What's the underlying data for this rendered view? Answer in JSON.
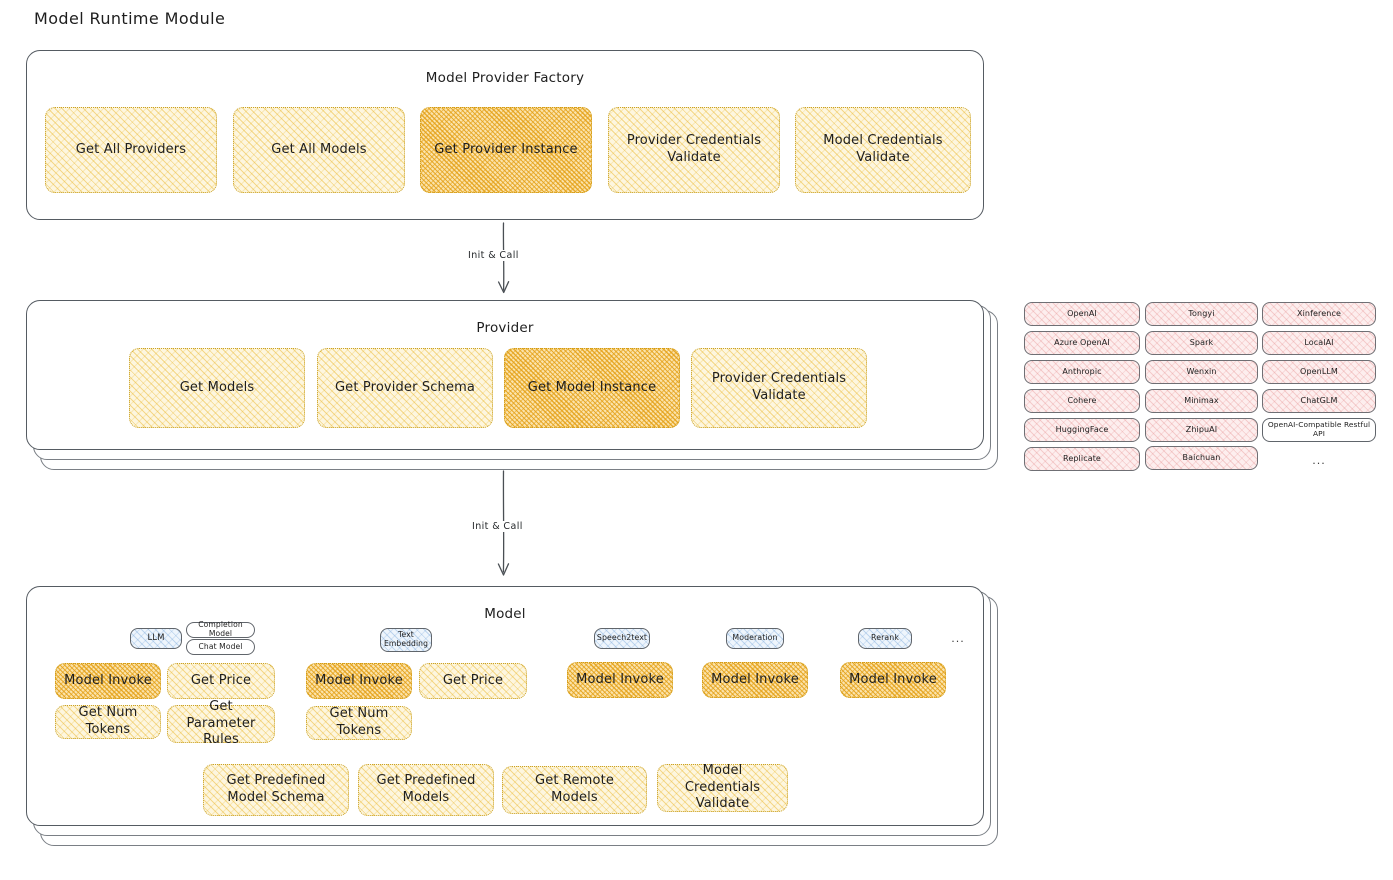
{
  "page": {
    "title": "Model Runtime Module"
  },
  "sections": {
    "factory": {
      "title": "Model Provider Factory",
      "nodes": [
        {
          "label": "Get All Providers",
          "style": "light"
        },
        {
          "label": "Get All Models",
          "style": "light"
        },
        {
          "label": "Get Provider Instance",
          "style": "dense"
        },
        {
          "label": "Provider Credentials Validate",
          "style": "light"
        },
        {
          "label": "Model Credentials Validate",
          "style": "light"
        }
      ]
    },
    "provider": {
      "title": "Provider",
      "nodes": [
        {
          "label": "Get Models",
          "style": "light"
        },
        {
          "label": "Get Provider Schema",
          "style": "light"
        },
        {
          "label": "Get Model Instance",
          "style": "dense"
        },
        {
          "label": "Provider Credentials Validate",
          "style": "light"
        }
      ]
    },
    "model": {
      "title": "Model",
      "type_badges": [
        {
          "label": "LLM",
          "style": "blue",
          "sub": [
            {
              "label": "Completion Model"
            },
            {
              "label": "Chat Model"
            }
          ]
        },
        {
          "label": "Text Embedding",
          "style": "blue",
          "sub": []
        },
        {
          "label": "Speech2text",
          "style": "blue",
          "sub": []
        },
        {
          "label": "Moderation",
          "style": "blue",
          "sub": []
        },
        {
          "label": "Rerank",
          "style": "blue",
          "sub": []
        }
      ],
      "type_badges_more": "...",
      "columns": [
        {
          "nodes": [
            {
              "label": "Model Invoke",
              "style": "dense"
            },
            {
              "label": "Get Price",
              "style": "light"
            },
            {
              "label": "Get Num Tokens",
              "style": "light"
            },
            {
              "label": "Get Parameter Rules",
              "style": "light"
            }
          ]
        },
        {
          "nodes": [
            {
              "label": "Model Invoke",
              "style": "dense"
            },
            {
              "label": "Get Price",
              "style": "light"
            },
            {
              "label": "Get Num Tokens",
              "style": "light"
            }
          ]
        },
        {
          "nodes": [
            {
              "label": "Model Invoke",
              "style": "dense"
            }
          ]
        },
        {
          "nodes": [
            {
              "label": "Model Invoke",
              "style": "dense"
            }
          ]
        },
        {
          "nodes": [
            {
              "label": "Model Invoke",
              "style": "dense"
            }
          ]
        }
      ],
      "shared_nodes": [
        {
          "label": "Get Predefined Model Schema",
          "style": "light"
        },
        {
          "label": "Get Predefined Models",
          "style": "light"
        },
        {
          "label": "Get Remote Models",
          "style": "light"
        },
        {
          "label": "Model Credentials Validate",
          "style": "light"
        }
      ]
    }
  },
  "arrows": [
    {
      "label": "Init & Call"
    },
    {
      "label": "Init & Call"
    }
  ],
  "provider_list": {
    "columns": [
      {
        "items": [
          "OpenAI",
          "Azure OpenAI",
          "Anthropic",
          "Cohere",
          "HuggingFace",
          "Replicate"
        ]
      },
      {
        "items": [
          "Tongyi",
          "Spark",
          "Wenxin",
          "Minimax",
          "ZhipuAI",
          "Baichuan"
        ]
      },
      {
        "items": [
          "Xinference",
          "LocalAI",
          "OpenLLM",
          "ChatGLM",
          "OpenAI-Compatible Restful API"
        ]
      }
    ],
    "more": "..."
  },
  "colors": {
    "stroke": "#555b62",
    "amber_light": "#fdf6df",
    "amber_dense": "#fbe3ab",
    "pink": "#fdeeee",
    "blue": "#eef5fc",
    "text": "#1e1e1e"
  }
}
